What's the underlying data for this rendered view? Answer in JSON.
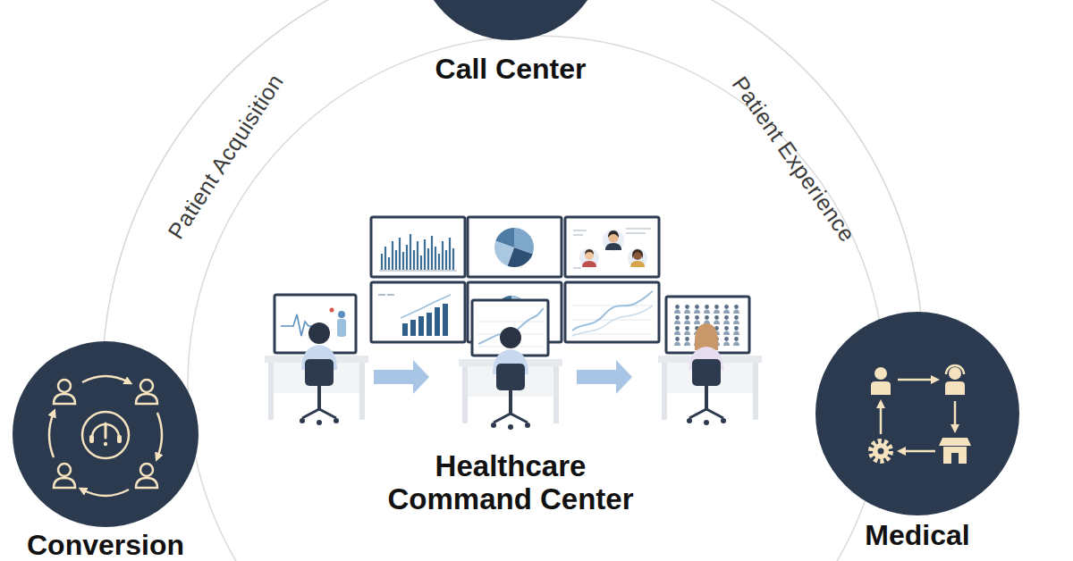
{
  "diagram": {
    "nodes": [
      {
        "text": [
          "Call Center"
        ]
      },
      {
        "text": [
          "Conversion"
        ]
      },
      {
        "text": [
          "Medical"
        ]
      }
    ],
    "edges": [
      {
        "from": 1,
        "to": 0,
        "label": "Patient Acquisition",
        "arrow": "none"
      },
      {
        "from": 0,
        "to": 2,
        "label": "Patient Experience",
        "arrow": "none"
      }
    ],
    "labels": [
      "Healthcare Command Center"
    ]
  }
}
